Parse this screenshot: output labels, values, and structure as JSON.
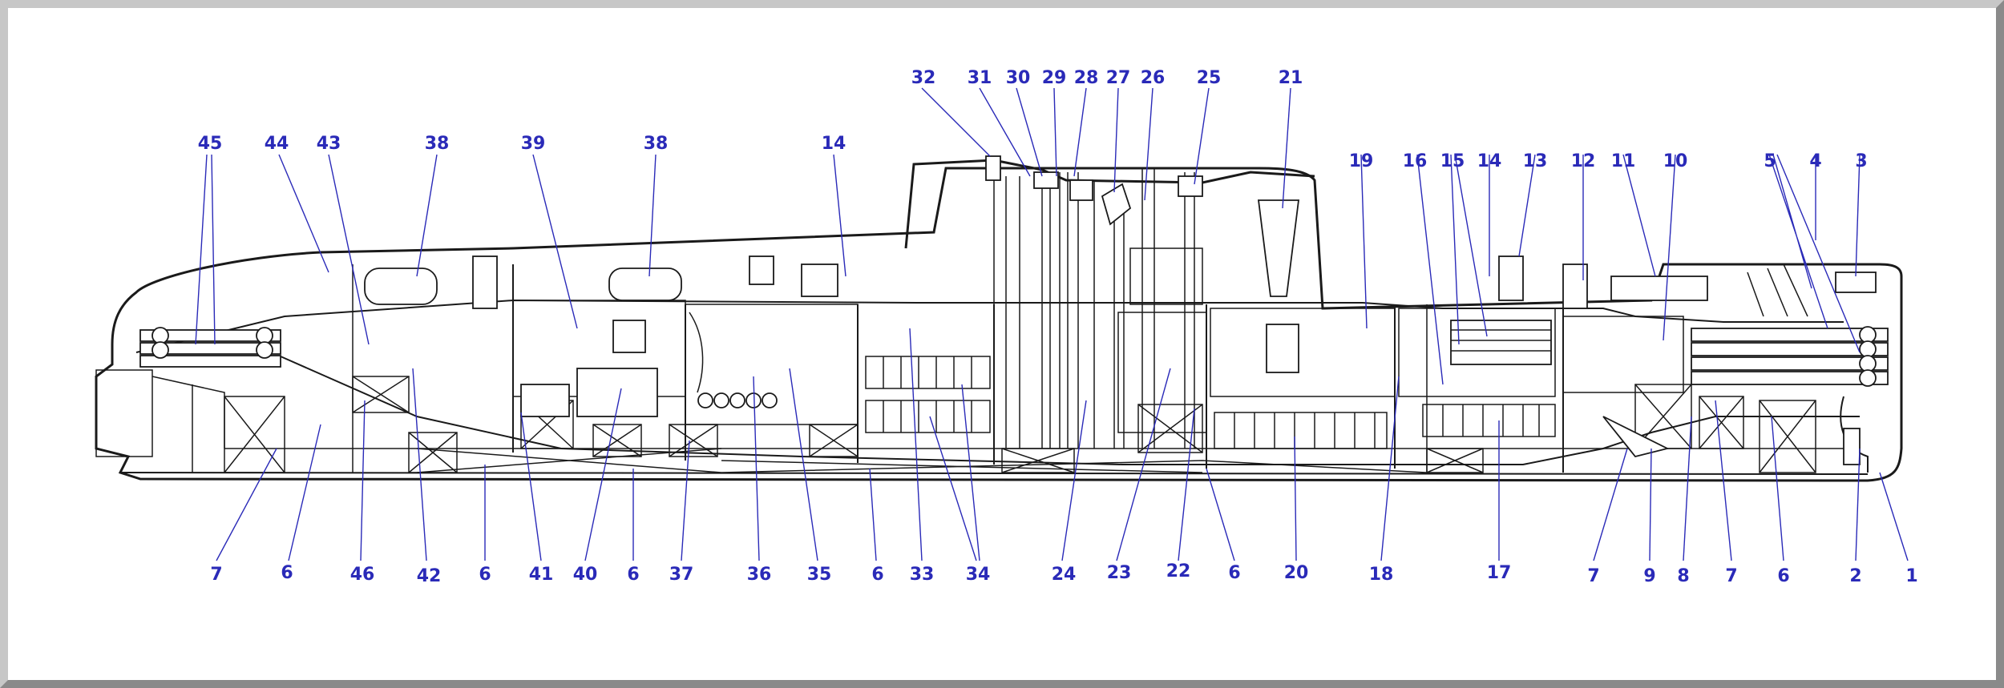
{
  "labels_top": [
    "45",
    "44",
    "43",
    "38",
    "39",
    "38",
    "14",
    "32",
    "31",
    "30",
    "29",
    "28",
    "27",
    "26",
    "25",
    "21",
    "19",
    "16",
    "15",
    "14",
    "13",
    "12",
    "11",
    "10",
    "5",
    "4",
    "3"
  ],
  "labels_bottom": [
    "7",
    "6",
    "46",
    "42",
    "6",
    "41",
    "40",
    "6",
    "37",
    "36",
    "35",
    "6",
    "33",
    "34",
    "24",
    "23",
    "22",
    "6",
    "20",
    "18",
    "17",
    "7",
    "9",
    "8",
    "7",
    "6",
    "2",
    "1"
  ],
  "colors": {
    "label": "#2a2ab8",
    "line": "#1a1a1a",
    "frame": "#c7c7c7"
  }
}
